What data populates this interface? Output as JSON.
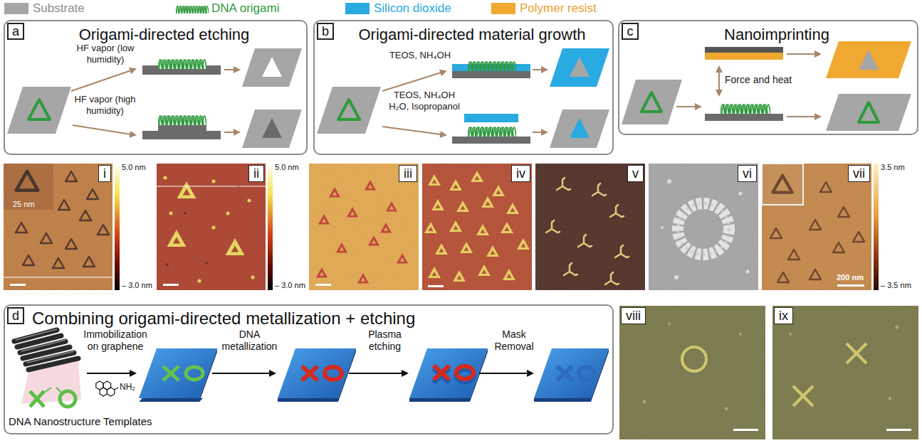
{
  "diagram": {
    "nodes": [
      {
        "text": [
          "Origami-directed etching"
        ]
      },
      {
        "text": [
          "a"
        ],
        "in": 0
      },
      {
        "text": [
          "Origami-directed material growth"
        ]
      },
      {
        "text": [
          "b"
        ],
        "in": 2
      },
      {
        "text": [
          "Nanoimprinting"
        ]
      },
      {
        "text": [
          "c"
        ],
        "in": 4
      },
      {
        "text": [
          "i"
        ]
      },
      {
        "text": [
          "ii"
        ]
      },
      {
        "text": [
          "iii"
        ]
      },
      {
        "text": [
          "iv"
        ]
      },
      {
        "text": [
          "v"
        ]
      },
      {
        "text": [
          "vi"
        ]
      },
      {
        "text": [
          "vii"
        ]
      },
      {
        "text": [
          "Combining origami-directed metallization + etching"
        ]
      },
      {
        "text": [
          "d"
        ],
        "in": 13
      },
      {
        "text": [
          "viii"
        ]
      },
      {
        "text": [
          "ix"
        ]
      }
    ],
    "labels": [
      "HF vapor (low humidity)",
      "HF vapor (high humidity)",
      "TEOS, NH₄OH",
      "TEOS, NH₄OH H₂O, Isopropanol",
      "Force and heat",
      "25 nm",
      "5.0 nm",
      "– 3.0 nm",
      "5.0 nm",
      "– 3.0 nm",
      "200 nm",
      "3.5 nm",
      "– 3.5 nm",
      "Immobilization on graphene",
      "NH₂",
      "DNA metallization",
      "Plasma etching",
      "Mask Removal",
      "DNA Nanostructure Templates"
    ],
    "legend": [
      {
        "text": "Substrate",
        "color": "#a6a6a6"
      },
      {
        "text": "DNA origami"
      },
      {
        "text": "Silicon dioxide",
        "color": "#29aae1"
      },
      {
        "text": "Polymer resist",
        "color": "#f0a830"
      }
    ]
  }
}
